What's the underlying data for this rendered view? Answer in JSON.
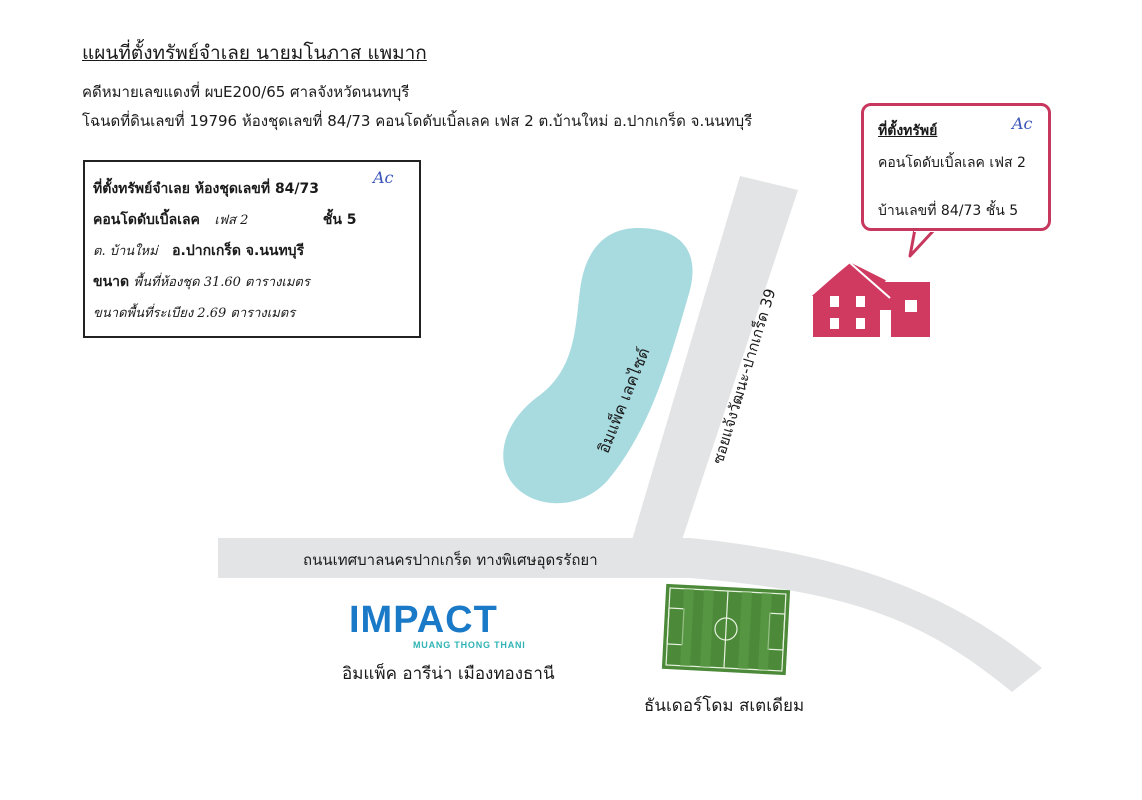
{
  "header": {
    "title": "แผนที่ตั้งทรัพย์จำเลย นายมโนภาส แพมาก",
    "case_line": "คดีหมายเลขแดงที่ ผบE200/65 ศาลจังหวัดนนทบุรี",
    "deed_line": "โฉนดที่ดินเลขที่ 19796 ห้องชุดเลขที่ 84/73 คอนโดดับเบิ้ลเลค เฟส 2 ต.บ้านใหม่ อ.ปากเกร็ด จ.นนทบุรี"
  },
  "details": {
    "row1": "ที่ตั้งทรัพย์จำเลย ห้องชุดเลขที่ 84/73",
    "row2_label": "คอนโดดับเบิ้ลเลค",
    "row2_hand": "เฟส 2",
    "row2_floor": "ชั้น 5",
    "row3_hand": "ต. บ้านใหม่",
    "row3_label": "อ.ปากเกร็ด จ.นนทบุรี",
    "row4_label": "ขนาด",
    "row4_hand": "พื้นที่ห้องชุด 31.60 ตารางเมตร",
    "row5_hand": "ขนาดพื้นที่ระเบียง 2.69 ตารางเมตร",
    "signature": "Ac"
  },
  "callout": {
    "heading": "ที่ตั้งทรัพย์",
    "line1": "คอนโดดับเบิ้ลเลค เฟส 2",
    "line2": "บ้านเลขที่ 84/73 ชั้น 5",
    "signature": "Ac"
  },
  "map": {
    "main_road": "ถนนเทศบาลนครปากเกร็ด ทางพิเศษอุดรรัถยา",
    "side_road": "ซอยแจ้งวัฒนะ-ปากเกร็ด 39",
    "lake": "อิมแพ็ค เลคไซด์",
    "arena_logo_main": "IMPACT",
    "arena_logo_sub": "MUANG THONG THANI",
    "arena_label": "อิมแพ็ค อารีน่า เมืองทองธานี",
    "stadium_label": "ธันเดอร์โดม สเตเดียม"
  },
  "colors": {
    "road": "#e3e4e5",
    "lake": "#a8dbe0",
    "house": "#d03a60",
    "logo_blue": "#1a7ac8",
    "logo_teal": "#2fb3b4",
    "field": "#4c8a3a"
  }
}
